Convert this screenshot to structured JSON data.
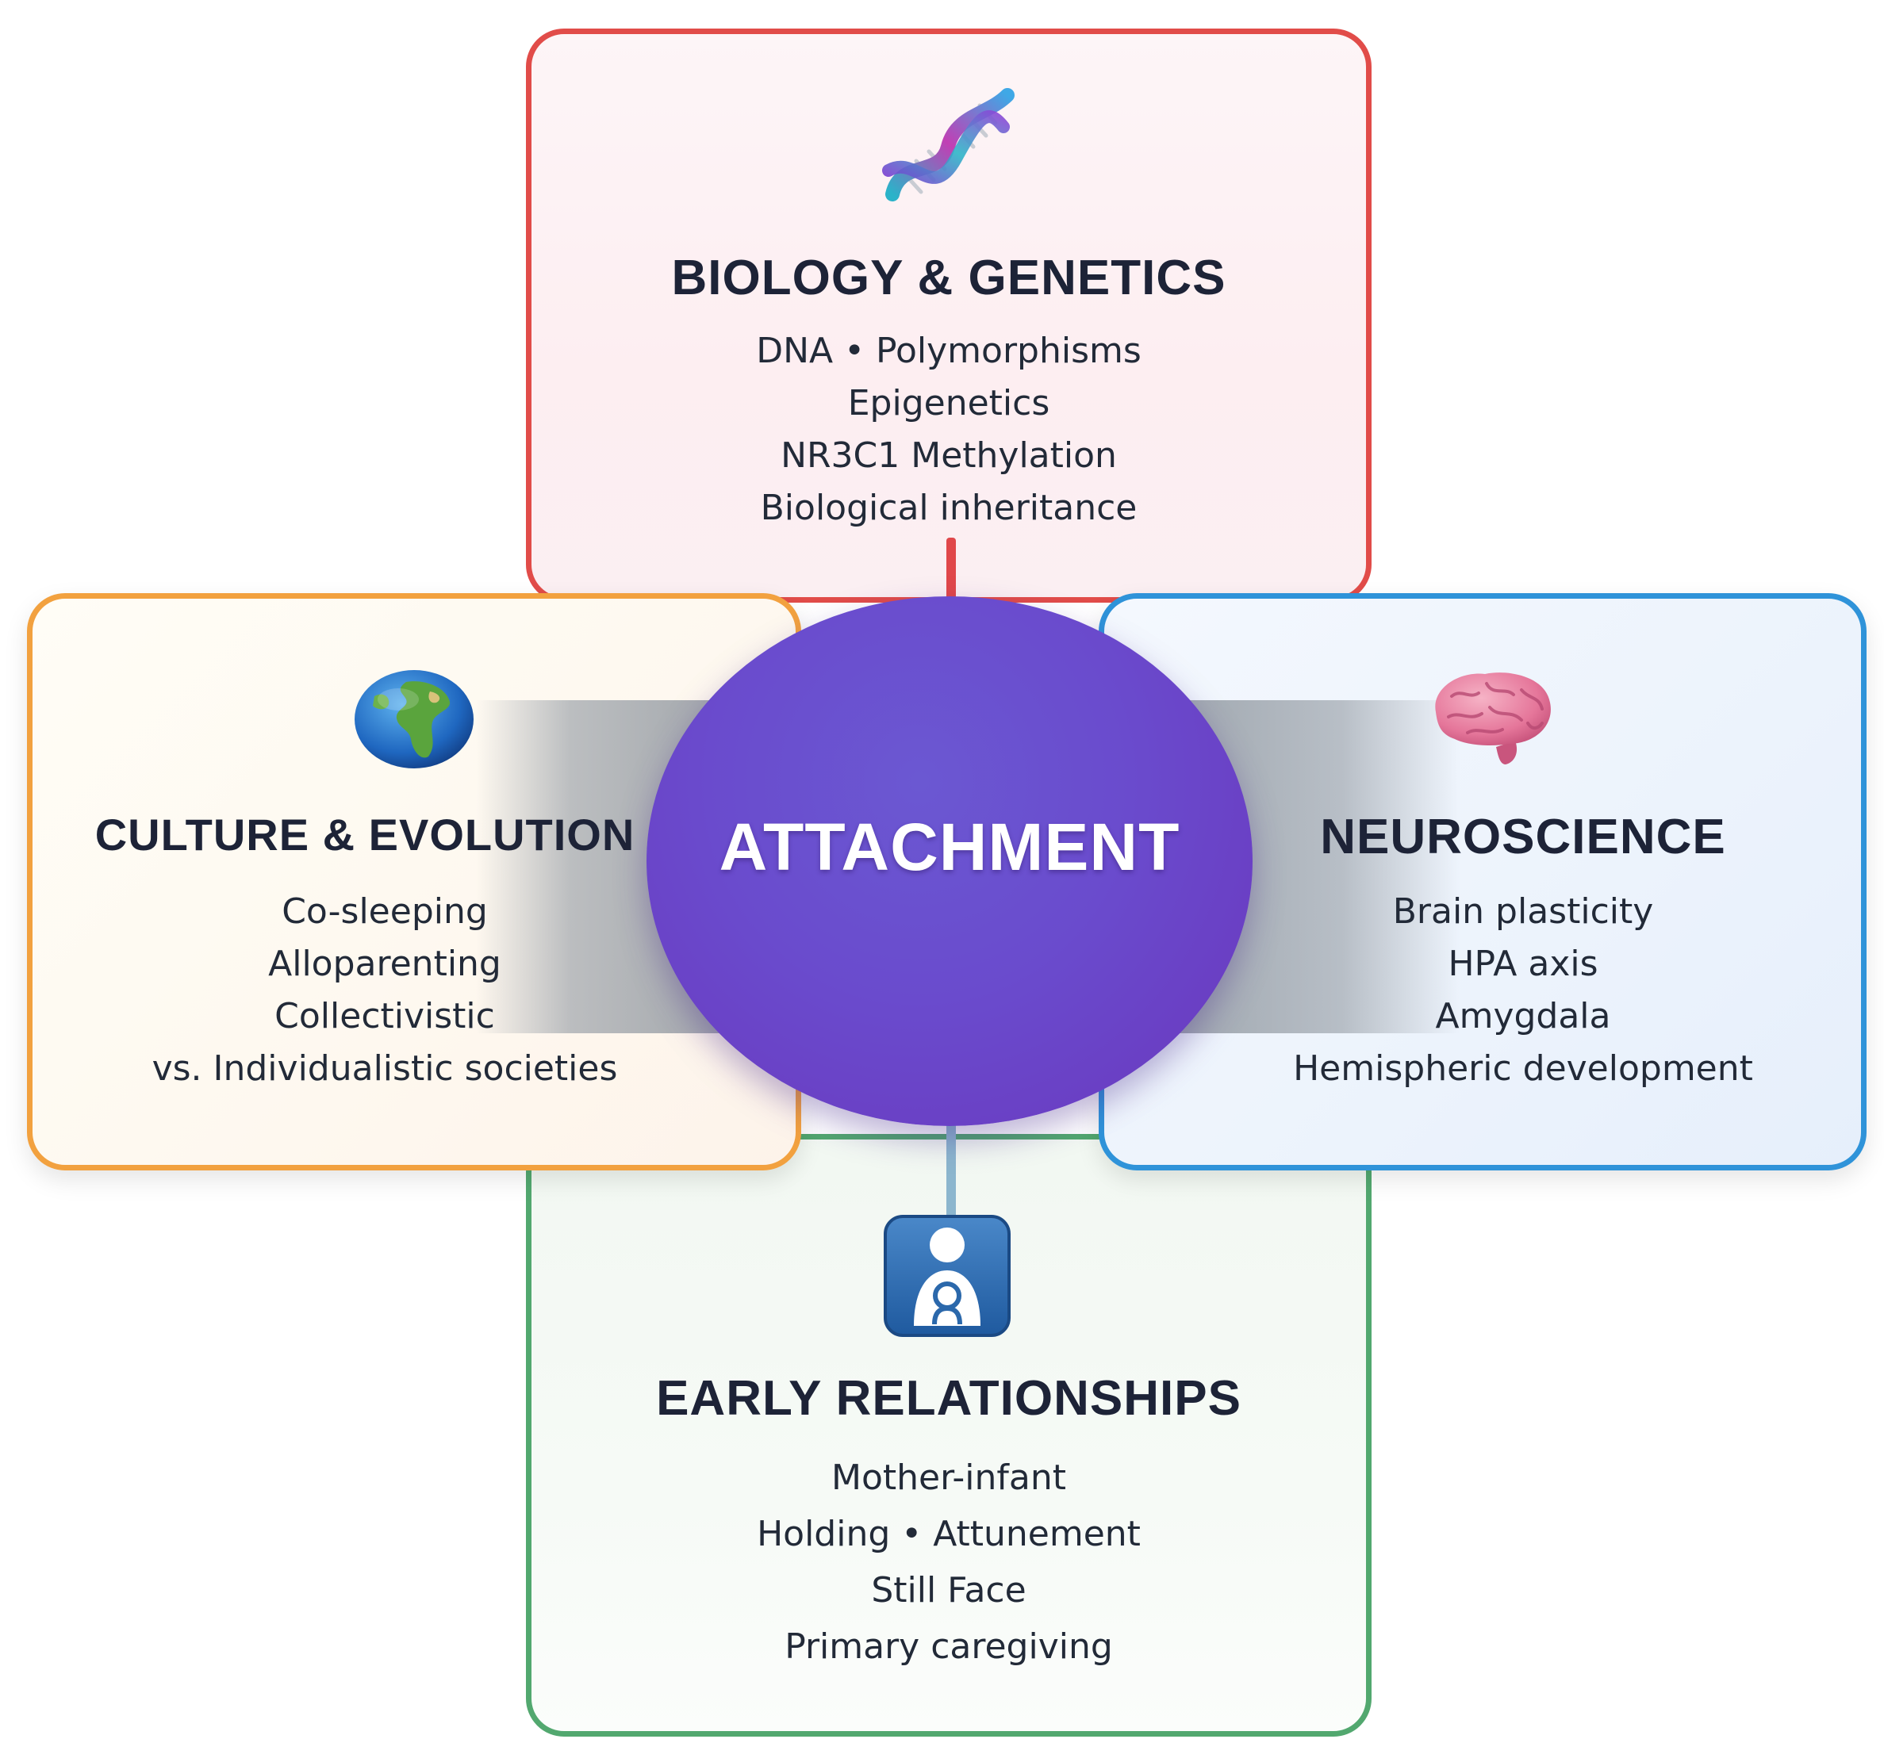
{
  "hub": {
    "label": "ATTACHMENT"
  },
  "accent_colors": {
    "biology": "#e14c49",
    "culture": "#f2a13f",
    "neuroscience": "#2f93d9",
    "relationships": "#52a86f",
    "hub": "#6a4bcd"
  },
  "panels": {
    "biology": {
      "icon": "dna-icon",
      "title": "BIOLOGY & GENETICS",
      "items": [
        "DNA • Polymorphisms",
        "Epigenetics",
        "NR3C1 Methylation",
        "Biological inheritance"
      ]
    },
    "culture": {
      "icon": "globe-icon",
      "title": "CULTURE & EVOLUTION",
      "items": [
        "Co-sleeping",
        "Alloparenting",
        "Collectivistic",
        "vs. Individualistic societies"
      ]
    },
    "neuroscience": {
      "icon": "brain-icon",
      "title": "NEUROSCIENCE",
      "items": [
        "Brain plasticity",
        "HPA axis",
        "Amygdala",
        "Hemispheric development"
      ]
    },
    "relationships": {
      "icon": "mother-child-icon",
      "title": "EARLY RELATIONSHIPS",
      "items": [
        "Mother-infant",
        "Holding • Attunement",
        "Still Face",
        "Primary caregiving"
      ]
    }
  }
}
